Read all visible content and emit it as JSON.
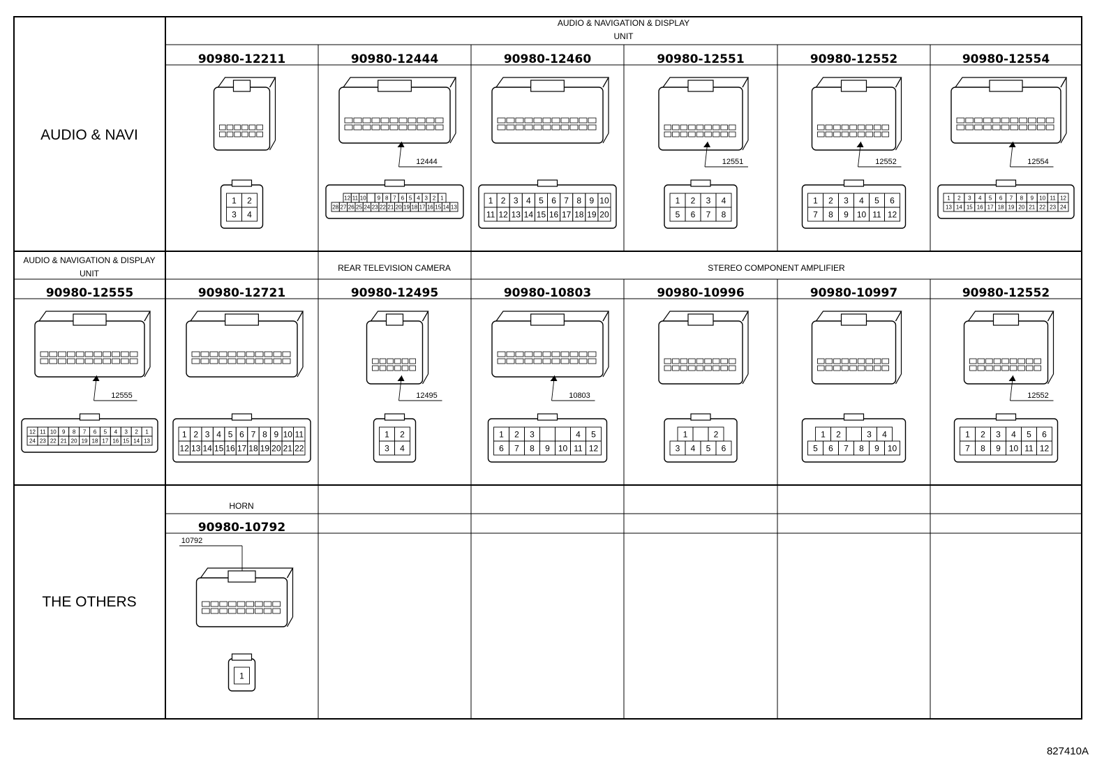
{
  "row_labels": [
    "AUDIO & NAVI",
    "THE OTHERS"
  ],
  "groups": {
    "g1": [
      "AUDIO & NAVIGATION & DISPLAY",
      "UNIT"
    ],
    "g2": [
      "AUDIO & NAVIGATION & DISPLAY",
      "UNIT"
    ],
    "g3": [
      "REAR TELEVISION CAMERA"
    ],
    "g4": [
      "STEREO COMPONENT AMPLIFIER"
    ],
    "g5": [
      "HORN"
    ]
  },
  "connectors": [
    {
      "part": "90980-12211",
      "code": "",
      "pins": [
        [
          "1",
          "2"
        ],
        [
          "3",
          "4"
        ]
      ]
    },
    {
      "part": "90980-12444",
      "code": "12444",
      "pins": [
        [
          "12",
          "11",
          "10",
          "",
          "9",
          "8",
          "7",
          "6",
          "5",
          "4",
          "3",
          "2",
          "1"
        ],
        [
          "28",
          "27",
          "26",
          "25",
          "24",
          "23",
          "22",
          "21",
          "20",
          "19",
          "18",
          "17",
          "16",
          "15",
          "14",
          "13"
        ]
      ]
    },
    {
      "part": "90980-12460",
      "code": "",
      "pins": [
        [
          "1",
          "2",
          "3",
          "4",
          "5",
          "6",
          "7",
          "8",
          "9",
          "10"
        ],
        [
          "11",
          "12",
          "13",
          "14",
          "15",
          "16",
          "17",
          "18",
          "19",
          "20"
        ]
      ]
    },
    {
      "part": "90980-12551",
      "code": "12551",
      "pins": [
        [
          "1",
          "2",
          "3",
          "4"
        ],
        [
          "5",
          "6",
          "7",
          "8"
        ]
      ]
    },
    {
      "part": "90980-12552",
      "code": "12552",
      "pins": [
        [
          "1",
          "2",
          "3",
          "4",
          "5",
          "6"
        ],
        [
          "7",
          "8",
          "9",
          "10",
          "11",
          "12"
        ]
      ]
    },
    {
      "part": "90980-12554",
      "code": "12554",
      "pins": [
        [
          "1",
          "2",
          "3",
          "4",
          "5",
          "6",
          "7",
          "8",
          "9",
          "10",
          "11",
          "12"
        ],
        [
          "13",
          "14",
          "15",
          "16",
          "17",
          "18",
          "19",
          "20",
          "21",
          "22",
          "23",
          "24"
        ]
      ]
    },
    {
      "part": "90980-12555",
      "code": "12555",
      "pins": [
        [
          "12",
          "11",
          "10",
          "9",
          "8",
          "7",
          "6",
          "5",
          "4",
          "3",
          "2",
          "1"
        ],
        [
          "24",
          "23",
          "22",
          "21",
          "20",
          "19",
          "18",
          "17",
          "16",
          "15",
          "14",
          "13"
        ]
      ]
    },
    {
      "part": "90980-12721",
      "code": "",
      "pins": [
        [
          "1",
          "2",
          "3",
          "4",
          "5",
          "6",
          "7",
          "8",
          "9",
          "10",
          "11"
        ],
        [
          "12",
          "13",
          "14",
          "15",
          "16",
          "17",
          "18",
          "19",
          "20",
          "21",
          "22"
        ]
      ]
    },
    {
      "part": "90980-12495",
      "code": "12495",
      "pins": [
        [
          "1",
          "2"
        ],
        [
          "3",
          "4"
        ]
      ]
    },
    {
      "part": "90980-10803",
      "code": "10803",
      "pins": [
        [
          "1",
          "2",
          "3",
          "",
          "",
          "4",
          "5"
        ],
        [
          "6",
          "7",
          "8",
          "9",
          "10",
          "11",
          "12"
        ]
      ]
    },
    {
      "part": "90980-10996",
      "code": "",
      "pins": [
        [
          "1",
          "",
          "2"
        ],
        [
          "3",
          "4",
          "5",
          "6"
        ]
      ]
    },
    {
      "part": "90980-10997",
      "code": "",
      "pins": [
        [
          "1",
          "2",
          "",
          "3",
          "4"
        ],
        [
          "5",
          "6",
          "7",
          "8",
          "9",
          "10"
        ]
      ]
    },
    {
      "part": "90980-12552",
      "code": "12552",
      "pins": [
        [
          "1",
          "2",
          "3",
          "4",
          "5",
          "6"
        ],
        [
          "7",
          "8",
          "9",
          "10",
          "11",
          "12"
        ]
      ]
    },
    {
      "part": "90980-10792",
      "code": "10792",
      "pins": [
        [
          "1"
        ]
      ]
    }
  ],
  "figure_id": "827410A"
}
